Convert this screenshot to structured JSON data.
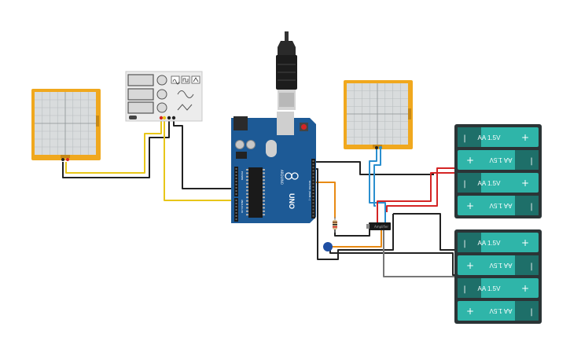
{
  "components": {
    "oscilloscope_left": {
      "label": "",
      "kind": "oscilloscope"
    },
    "oscilloscope_right": {
      "label": "",
      "kind": "oscilloscope"
    },
    "function_generator": {
      "label": "",
      "kind": "function-generator"
    },
    "arduino": {
      "name": "UNO",
      "brand": "ARDUINO",
      "digital_label": "DIGITAL (PWM~)",
      "power_label": "POWER",
      "analog_label": "ANALOG IN"
    },
    "battery_packs": [
      {
        "cells": [
          {
            "label": "AA 1.5V",
            "flipped": false
          },
          {
            "label": "AA 1.5V",
            "flipped": true
          },
          {
            "label": "AA 1.5V",
            "flipped": false
          },
          {
            "label": "AA 1.5V",
            "flipped": true
          }
        ]
      },
      {
        "cells": [
          {
            "label": "AA 1.5V",
            "flipped": false
          },
          {
            "label": "AA 1.5V",
            "flipped": true
          },
          {
            "label": "AA 1.5V",
            "flipped": false
          },
          {
            "label": "AA 1.5V",
            "flipped": true
          }
        ]
      }
    ],
    "transistor": {
      "label": ""
    },
    "resistor": {
      "label": ""
    },
    "capacitor": {
      "label": ""
    }
  },
  "colors": {
    "scope_frame": "#f0a81e",
    "scope_screen": "#d9dcdd",
    "board": "#1d5a96",
    "battery_cell": "#2fb5a9",
    "battery_case": "#2b3436",
    "wire_yellow": "#e8c619",
    "wire_black": "#222222",
    "wire_orange": "#e88a14",
    "wire_blue": "#2a8fcf",
    "wire_red": "#d42525",
    "wire_gray": "#777777"
  }
}
